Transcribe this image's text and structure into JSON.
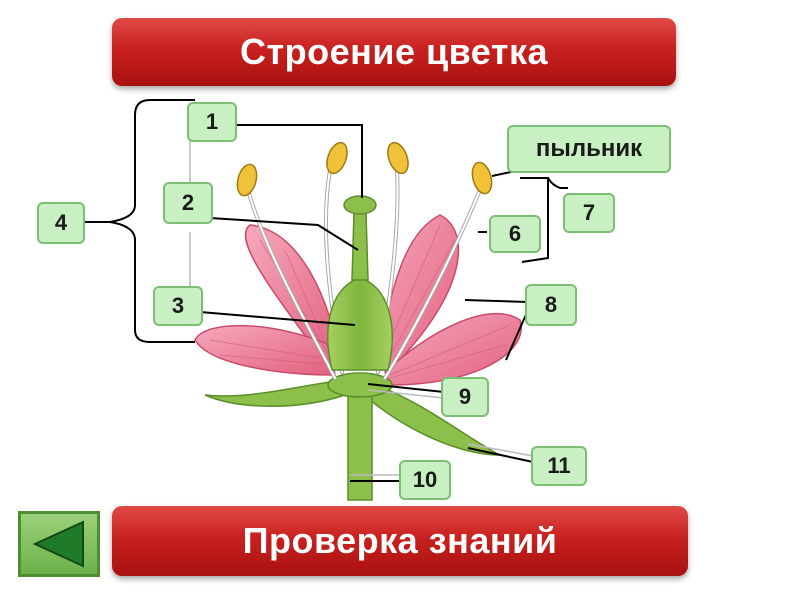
{
  "title": "Строение цветка",
  "button_label": "Проверка знаний",
  "labels": {
    "n1": "1",
    "n2": "2",
    "n3": "3",
    "n4": "4",
    "n6": "6",
    "n7": "7",
    "n8": "8",
    "n9": "9",
    "n10": "10",
    "n11": "11",
    "anther": "пыльник"
  },
  "nav": {
    "icon": "triangle-left-icon",
    "color": "#1f7a2a"
  },
  "colors": {
    "banner": "#c8211f",
    "label_fill": "#c8f0c2",
    "petal": "#ef8aa6",
    "stem": "#8cc04a",
    "anther": "#f0c23a"
  }
}
